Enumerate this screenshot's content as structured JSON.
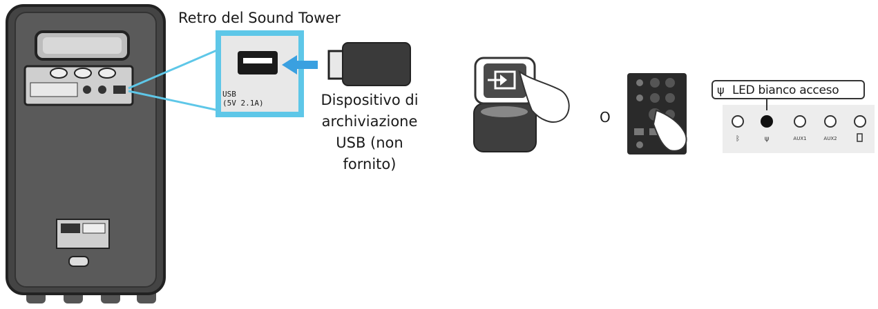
{
  "title": "Retro del Sound Tower",
  "usb_port": {
    "label_line1": "USB",
    "label_line2": "(5V 2.1A)"
  },
  "device_label": [
    "Dispositivo di",
    "archiviazione",
    "USB (non",
    "fornito)"
  ],
  "or_label": "O",
  "led_callout": "LED bianco acceso",
  "led_panel": {
    "indicators": [
      {
        "icon": "bluetooth-icon",
        "state": "off"
      },
      {
        "icon": "usb-icon",
        "state": "on"
      },
      {
        "icon": "aux1-icon",
        "label": "AUX1",
        "state": "off"
      },
      {
        "icon": "aux2-icon",
        "label": "AUX2",
        "state": "off"
      },
      {
        "icon": "battery-icon",
        "state": "off"
      }
    ]
  },
  "colors": {
    "callout_blue": "#5ec7e8",
    "arrow_blue": "#3aa0e0",
    "speaker_body": "#4a4a4a",
    "led_on": "#111111"
  }
}
